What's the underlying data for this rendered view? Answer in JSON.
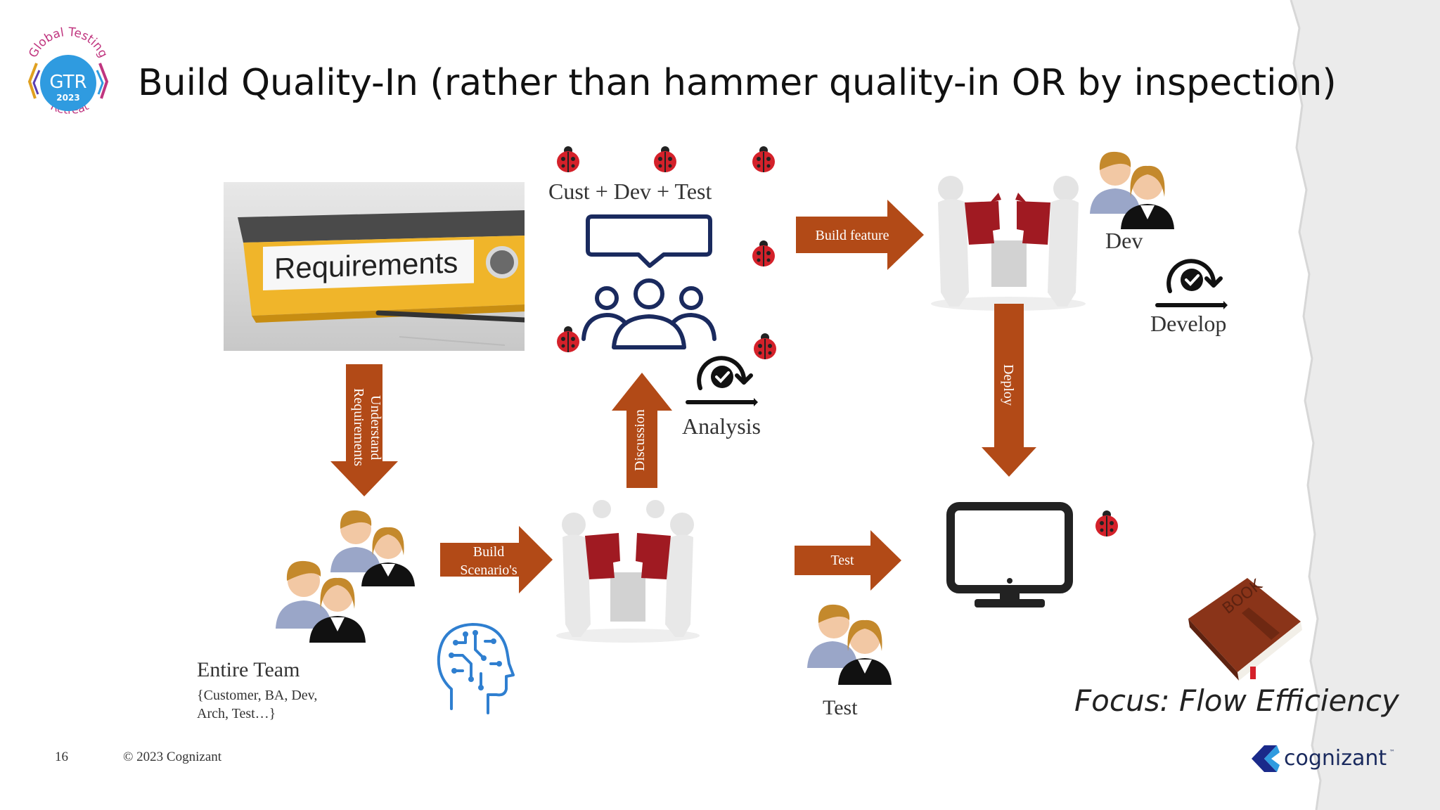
{
  "slide": {
    "title": "Build Quality-In (rather than hammer quality-in OR by inspection)",
    "page_number": "16",
    "copyright": "© 2023 Cognizant",
    "focus": "Focus: Flow Efficiency"
  },
  "logo": {
    "ring_text": "Global Testing",
    "abbr": "GTR",
    "year": "2023",
    "bottom_text": "Retreat"
  },
  "brand": {
    "name": "cognizant",
    "trademark": "™"
  },
  "requirements_image": {
    "label": "Requirements"
  },
  "labels": {
    "cust_dev_test": "Cust + Dev + Test",
    "analysis": "Analysis",
    "dev": "Dev",
    "develop": "Develop",
    "entire_team": "Entire Team",
    "team_detail_1": "{Customer, BA, Dev,",
    "team_detail_2": "Arch, Test…}",
    "test": "Test",
    "book": "BOOK"
  },
  "arrows": {
    "understand_line1": "Understand",
    "understand_line2": "Requirements",
    "discussion": "Discussion",
    "build_feature": "Build feature",
    "deploy": "Deploy",
    "build_scenarios_line1": "Build",
    "build_scenarios_line2": "Scenario's",
    "test": "Test"
  },
  "colors": {
    "arrow": "#b24a17",
    "navy": "#1a2a5e",
    "brand_blue": "#2f7fd0",
    "logo_blue": "#2f9be0",
    "logo_magenta": "#c0357f"
  }
}
